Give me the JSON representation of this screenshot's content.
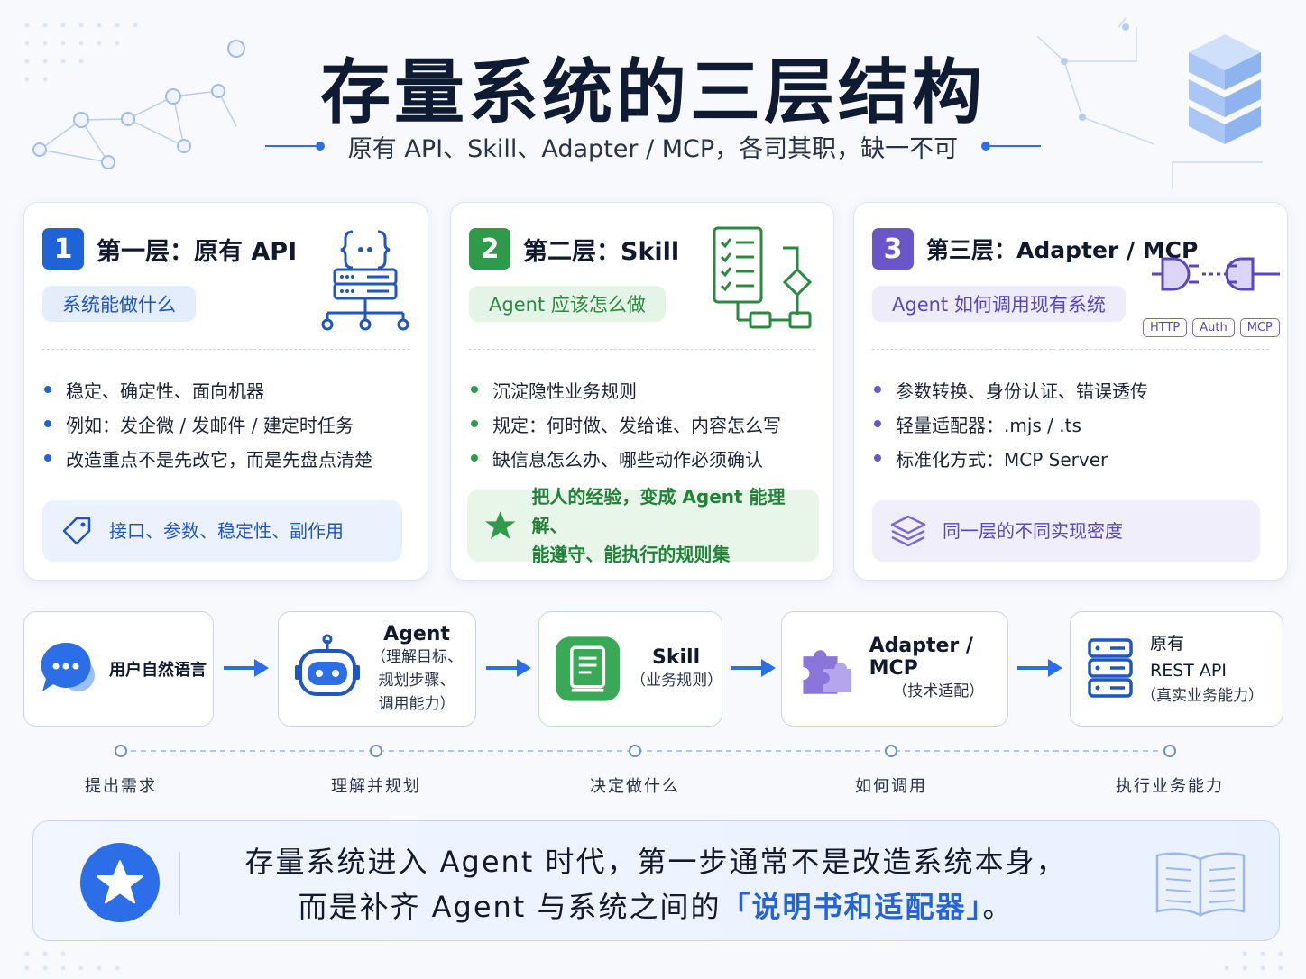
{
  "header": {
    "title": "存量系统的三层结构",
    "subtitle": "原有 API、Skill、Adapter / MCP，各司其职，缺一不可"
  },
  "layers": [
    {
      "number": "1",
      "title": "第一层：原有 API",
      "tag": "系统能做什么",
      "bullets": [
        "稳定、确定性、面向机器",
        "例如：发企微 / 发邮件 / 建定时任务",
        "改造重点不是先改它，而是先盘点清楚"
      ],
      "note": "接口、参数、稳定性、副作用",
      "accent": "#1f63d8",
      "icon": "api-server-icon"
    },
    {
      "number": "2",
      "title": "第二层：Skill",
      "tag": "Agent 应该怎么做",
      "bullets": [
        "沉淀隐性业务规则",
        "规定：何时做、发给谁、内容怎么写",
        "缺信息怎么办、哪些动作必须确认"
      ],
      "note_line1": "把人的经验，变成 Agent 能理解、",
      "note_line2": "能遵守、能执行的规则集",
      "accent": "#2e9b4a",
      "icon": "checklist-flow-icon"
    },
    {
      "number": "3",
      "title": "第三层：Adapter / MCP",
      "tag": "Agent 如何调用现有系统",
      "chips": [
        "HTTP",
        "Auth",
        "MCP"
      ],
      "bullets": [
        "参数转换、身份认证、错误透传",
        "轻量适配器：.mjs / .ts",
        "标准化方式：MCP Server"
      ],
      "note": "同一层的不同实现密度",
      "accent": "#6a56c9",
      "icon": "plug-connector-icon"
    }
  ],
  "flow": [
    {
      "title": "用户自然语言",
      "sub": "",
      "step": "提出需求"
    },
    {
      "title": "Agent",
      "sub_lines": [
        "（理解目标、",
        "规划步骤、",
        "调用能力）"
      ],
      "step": "理解并规划"
    },
    {
      "title": "Skill",
      "sub": "（业务规则）",
      "step": "决定做什么"
    },
    {
      "title": "Adapter / MCP",
      "sub": "（技术适配）",
      "step": "如何调用"
    },
    {
      "title_line1": "原有",
      "title_line2": "REST API",
      "sub": "（真实业务能力）",
      "step": "执行业务能力"
    }
  ],
  "footer": {
    "line1": "存量系统进入 Agent 时代，第一步通常不是改造系统本身，",
    "line2_prefix": "而是补齐 Agent 与系统之间的",
    "line2_highlight": "「说明书和适配器」",
    "line2_suffix": "。"
  }
}
